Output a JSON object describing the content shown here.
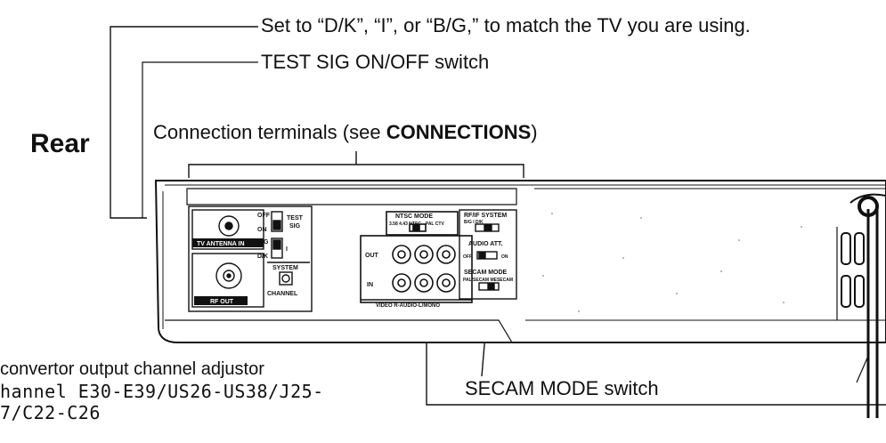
{
  "heading": "Rear",
  "callouts": {
    "tv_system": "Set to “D/K”, “I”, or “B/G,” to match the TV you are using.",
    "test_sig": "TEST SIG ON/OFF switch",
    "terminals_prefix": "Connection terminals (see ",
    "terminals_bold": "CONNECTIONS",
    "terminals_suffix": ")",
    "secam": "SECAM MODE switch",
    "rf_line1": "convertor output channel adjustor",
    "rf_line2": "hannel E30-E39/US26-US38/J25-",
    "rf_line3": "7/C22-C26"
  },
  "panel_labels": {
    "tv_antenna": "TV ANTENNA IN",
    "rf_out": "RF OUT",
    "off": "OFF",
    "on": "ON",
    "test": "TEST",
    "sig": "SIG",
    "bg": "B/G",
    "dk": "D/K",
    "i": "I",
    "system": "SYSTEM",
    "channel": "CHANNEL",
    "ntsc_mode": "NTSC MODE",
    "ntsc_sub": "3.58  4.43  NTSC→PAL  CTV",
    "out": "OUT",
    "in": "IN",
    "video_audio": "VIDEO  R-AUDIO-L/MONO",
    "rfif_system": "RF/IF SYSTEM",
    "rfif_sub": "B/G   I   D/K",
    "audio_att": "AUDIO ATT.",
    "att_off": "OFF",
    "att_on": "ON",
    "secam_mode": "SECAM MODE",
    "secam_sub": "PAL/SECAM  MESECAM"
  }
}
